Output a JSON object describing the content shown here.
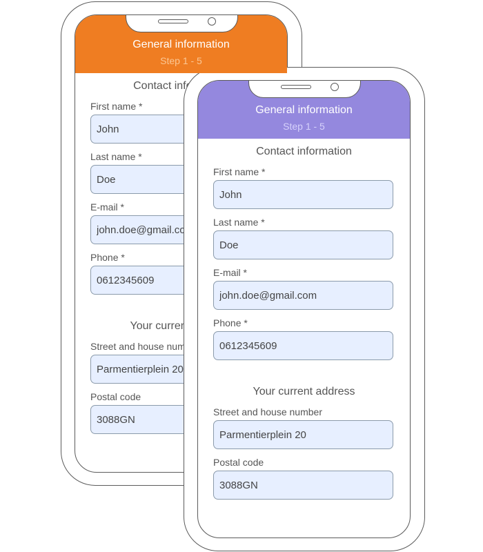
{
  "colors": {
    "back_header": "#ef7d22",
    "back_step": "#fbc794",
    "front_header": "#9488de",
    "front_step": "#d6d1fb",
    "input_bg": "#e7efff"
  },
  "phones": {
    "back": {
      "header": {
        "title": "General information",
        "step": "Step 1 - 5"
      },
      "contact": {
        "title": "Contact information",
        "first_name": {
          "label": "First name *",
          "value": "John"
        },
        "last_name": {
          "label": "Last name *",
          "value": "Doe"
        },
        "email": {
          "label": "E-mail *",
          "value": "john.doe@gmail.com"
        },
        "phone": {
          "label": "Phone *",
          "value": "0612345609"
        }
      },
      "address": {
        "title": "Your current address",
        "street": {
          "label": "Street and house number",
          "value": "Parmentierplein 20"
        },
        "postal": {
          "label": "Postal code",
          "value": "3088GN"
        }
      }
    },
    "front": {
      "header": {
        "title": "General information",
        "step": "Step 1 - 5"
      },
      "contact": {
        "title": "Contact information",
        "first_name": {
          "label": "First name *",
          "value": "John"
        },
        "last_name": {
          "label": "Last name *",
          "value": "Doe"
        },
        "email": {
          "label": "E-mail *",
          "value": "john.doe@gmail.com"
        },
        "phone": {
          "label": "Phone *",
          "value": "0612345609"
        }
      },
      "address": {
        "title": "Your current address",
        "street": {
          "label": "Street and house number",
          "value": "Parmentierplein 20"
        },
        "postal": {
          "label": "Postal code",
          "value": "3088GN"
        }
      }
    }
  }
}
